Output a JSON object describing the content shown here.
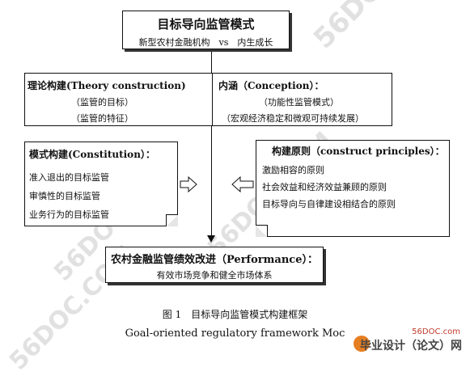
{
  "top_box": {
    "title": "目标导向监管模式",
    "subtitle": "新型农村金融机构　vs　内生成长"
  },
  "theory_box": {
    "heading": "理论构建(Theory construction)",
    "items": [
      "（监管的目标）",
      "（监管的特征）"
    ]
  },
  "conception_box": {
    "heading": "内涵（Conception）：",
    "items": [
      "（功能性监管模式）",
      "（宏观经济稳定和微观可持续发展）"
    ]
  },
  "constitution_box": {
    "heading": "模式构建(Constitution）：",
    "items": [
      "准入退出的目标监管",
      "审慎性的目标监管",
      "业务行为的目标监管"
    ]
  },
  "principles_box": {
    "heading": "构建原则（construct principles）：",
    "items": [
      "激励相容的原则",
      "社会效益和经济效益兼顾的原则",
      "目标导向与自律建设相结合的原则"
    ]
  },
  "performance_box": {
    "heading": "农村金融监管绩效改进（Performance）：",
    "subtitle": "有效市场竞争和健全市场体系"
  },
  "caption_cn": "图 1　目标导向监管模式构建框架",
  "caption_en": "Goal-oriented regulatory framework Moc",
  "watermark_text": "56DOC.COM",
  "stamp": {
    "site": "56DOC.com",
    "name": "毕业设计（论文）网"
  }
}
